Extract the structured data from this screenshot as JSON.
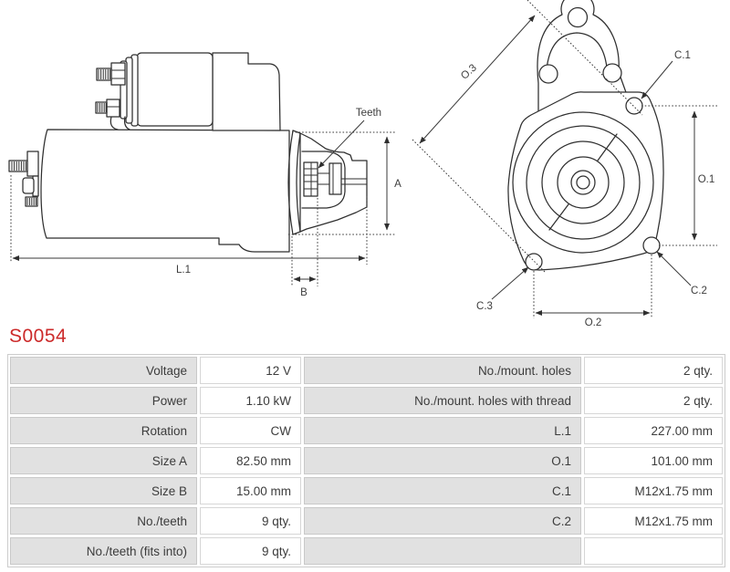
{
  "part_number": "S0054",
  "colors": {
    "accent_red": "#cc2a2a",
    "label_cell_bg": "#e1e1e1",
    "value_cell_bg": "#ffffff",
    "line_color": "#2f2f2f"
  },
  "diagram": {
    "side_view": {
      "teeth_label": "Teeth",
      "dim_a": "A",
      "dim_l1": "L.1",
      "dim_b": "B"
    },
    "front_view": {
      "dim_o3": "O.3",
      "dim_c1": "C.1",
      "dim_o1": "O.1",
      "dim_c2": "C.2",
      "dim_c3": "C.3",
      "dim_o2": "O.2"
    }
  },
  "spec_table": {
    "rows": [
      {
        "left_label": "Voltage",
        "left_value": "12 V",
        "right_label": "No./mount. holes",
        "right_value": "2 qty."
      },
      {
        "left_label": "Power",
        "left_value": "1.10 kW",
        "right_label": "No./mount. holes with thread",
        "right_value": "2 qty."
      },
      {
        "left_label": "Rotation",
        "left_value": "CW",
        "right_label": "L.1",
        "right_value": "227.00 mm"
      },
      {
        "left_label": "Size A",
        "left_value": "82.50 mm",
        "right_label": "O.1",
        "right_value": "101.00 mm"
      },
      {
        "left_label": "Size B",
        "left_value": "15.00 mm",
        "right_label": "C.1",
        "right_value": "M12x1.75 mm"
      },
      {
        "left_label": "No./teeth",
        "left_value": "9 qty.",
        "right_label": "C.2",
        "right_value": "M12x1.75 mm"
      },
      {
        "left_label": "No./teeth (fits into)",
        "left_value": "9 qty.",
        "right_label": "",
        "right_value": ""
      }
    ]
  }
}
